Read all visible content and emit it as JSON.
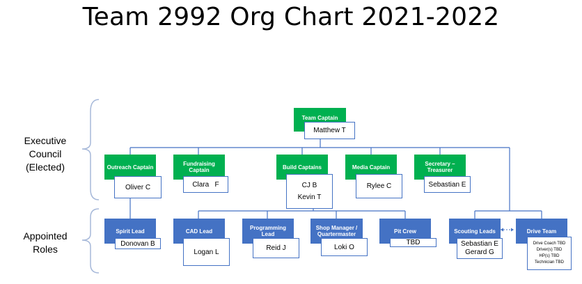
{
  "title": "Team 2992 Org Chart 2021-2022",
  "groups": {
    "executive": [
      "Executive",
      "Council",
      "(Elected)"
    ],
    "appointed": [
      "Appointed",
      "Roles"
    ]
  },
  "roles": {
    "team_captain": {
      "title": "Team Captain",
      "names": [
        "Matthew T"
      ]
    },
    "outreach_captain": {
      "title": "Outreach Captain",
      "names": [
        "Oliver C"
      ]
    },
    "fundraising_captain": {
      "title": "Fundraising Captain",
      "names": [
        "Clara   F"
      ]
    },
    "build_captains": {
      "title": "Build Captains",
      "names": [
        "CJ B",
        "Kevin T"
      ]
    },
    "media_captain": {
      "title": "Media Captain",
      "names": [
        "Rylee C"
      ]
    },
    "secretary_treasurer": {
      "title": "Secretary – Treasurer",
      "names": [
        "Sebastian E"
      ]
    },
    "spirit_lead": {
      "title": "Spirit Lead",
      "names": [
        "Donovan B"
      ]
    },
    "cad_lead": {
      "title": "CAD Lead",
      "names": [
        "Logan L"
      ]
    },
    "programming_lead": {
      "title": "Programming Lead",
      "names": [
        "Reid J"
      ]
    },
    "shop_manager": {
      "title": "Shop Manager / Quartermaster",
      "names": [
        "Loki O"
      ]
    },
    "pit_crew": {
      "title": "Pit Crew",
      "names": [
        "TBD"
      ]
    },
    "scouting_leads": {
      "title": "Scouting Leads",
      "names": [
        "Sebastian E",
        "Gerard G"
      ]
    },
    "drive_team": {
      "title": "Drive Team",
      "names": [
        "Drive Coach TBD",
        "Driver(s) TBD",
        "HP(s) TBD",
        "Technician TBD"
      ]
    }
  },
  "colors": {
    "elected": "#00b050",
    "appointed": "#4472c4",
    "line": "#4472c4",
    "bracket": "#a6b8d9"
  }
}
